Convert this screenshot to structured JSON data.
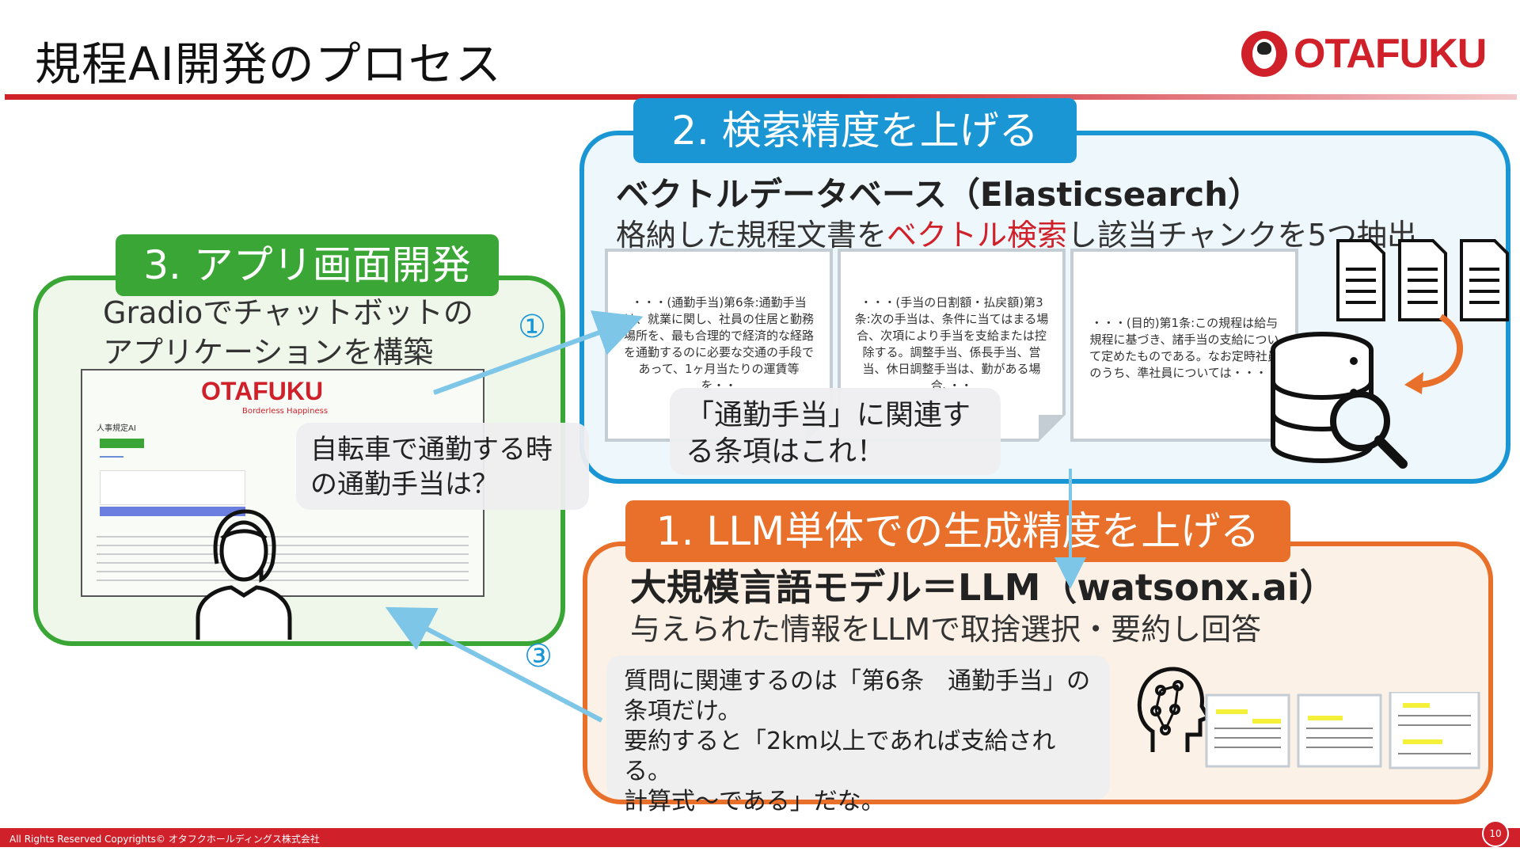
{
  "slide": {
    "title": "規程AI開発のプロセス",
    "logo_text": "OTAFUKU",
    "page_number": "10",
    "footer": "All Rights Reserved Copyrights© オタフクホールディングス株式会社"
  },
  "search_panel": {
    "tab": "2. 検索精度を上げる",
    "heading": "ベクトルデータベース（Elasticsearch）",
    "sub_before": "格納した規程文書を",
    "sub_accent": "ベクトル検索",
    "sub_after": "し該当チャンクを5つ抽出",
    "docs": [
      "・・・(通勤手当)第6条:通勤手当は、就業に関し、社員の住居と勤務場所を、最も合理的で経済的な経路を通勤するのに必要な交通の手段であって、1ヶ月当たりの運賃等を・・",
      "・・・(手当の日割額・払戻額)第3条:次の手当は、条件に当てはまる場合、次項により手当を支給または控除する。調整手当、係長手当、営当、休日調整手当は、勤がある場合、・・",
      "・・・(目的)第1条:この規程は給与規程に基づき、諸手当の支給について定めたものである。なお定時社員のうち、準社員については・・・・"
    ],
    "answer_bubble": "「通勤手当」に関連する条項はこれ！"
  },
  "llm_panel": {
    "tab": "1. LLM単体での生成精度を上げる",
    "heading": "大規模言語モデル＝LLM（watsonx.ai）",
    "sub": "与えられた情報をLLMで取捨選択・要約し回答",
    "bubble_lines": [
      "質問に関連するのは「第6条　通勤手当」の",
      "条項だけ。",
      "要約すると「2km以上であれば支給される。",
      "計算式～である」だな。"
    ]
  },
  "app_panel": {
    "tab": "3. アプリ画面開発",
    "heading_lines": [
      "Gradioでチャットボットの",
      "アプリケーションを構築"
    ],
    "screen_logo": "OTAFUKU",
    "screen_tagline": "Borderless Happiness",
    "screen_label": "人事規定AI",
    "question_bubble": "自転車で通勤する時の通勤手当は？"
  },
  "steps": {
    "step1": "①",
    "step3": "③"
  },
  "colors": {
    "brand_red": "#d0202a",
    "search_blue": "#1a96d4",
    "llm_orange": "#e8702a",
    "app_green": "#3aa635"
  }
}
